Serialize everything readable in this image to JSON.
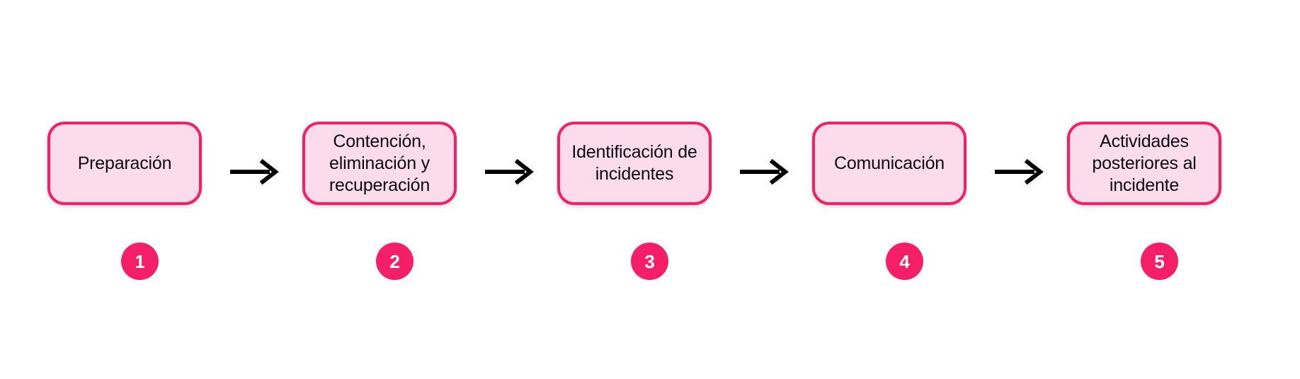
{
  "diagram": {
    "type": "linear-process-flow",
    "language": "es",
    "orientation": "horizontal",
    "background_color": "#ffffff",
    "colors": {
      "box_fill": "#fcdcea",
      "box_border": "#f51f68",
      "badge_fill": "#f51f68",
      "badge_text": "#ffffff",
      "label_text": "#0b0b0d",
      "arrow": "#000000"
    },
    "steps": [
      {
        "number": "1",
        "label": "Preparación"
      },
      {
        "number": "2",
        "label": "Contención,\neliminación y\nrecuperación"
      },
      {
        "number": "3",
        "label": "Identificación de\nincidentes"
      },
      {
        "number": "4",
        "label": "Comunicación"
      },
      {
        "number": "5",
        "label": "Actividades\nposteriores al\nincidente"
      }
    ],
    "connectors": [
      {
        "icon": "arrow-right-icon",
        "from": "1",
        "to": "2"
      },
      {
        "icon": "arrow-right-icon",
        "from": "2",
        "to": "3"
      },
      {
        "icon": "arrow-right-icon",
        "from": "3",
        "to": "4"
      },
      {
        "icon": "arrow-right-icon",
        "from": "4",
        "to": "5"
      }
    ]
  }
}
